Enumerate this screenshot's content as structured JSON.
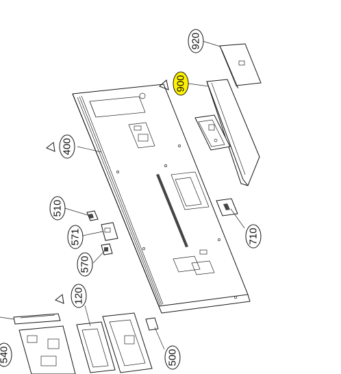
{
  "callouts": [
    {
      "id": "c920",
      "label": "920"
    },
    {
      "id": "c900",
      "label": "900",
      "highlight": "#fff200"
    },
    {
      "id": "c400",
      "label": "400"
    },
    {
      "id": "c510",
      "label": "510"
    },
    {
      "id": "c571",
      "label": "571"
    },
    {
      "id": "c570",
      "label": "570"
    },
    {
      "id": "c710",
      "label": "710"
    },
    {
      "id": "c120",
      "label": "120"
    },
    {
      "id": "c500",
      "label": "500"
    },
    {
      "id": "c540",
      "label": "540"
    }
  ],
  "colors": {
    "line": "#111111",
    "highlight": "#fff200",
    "background": "#ffffff"
  }
}
